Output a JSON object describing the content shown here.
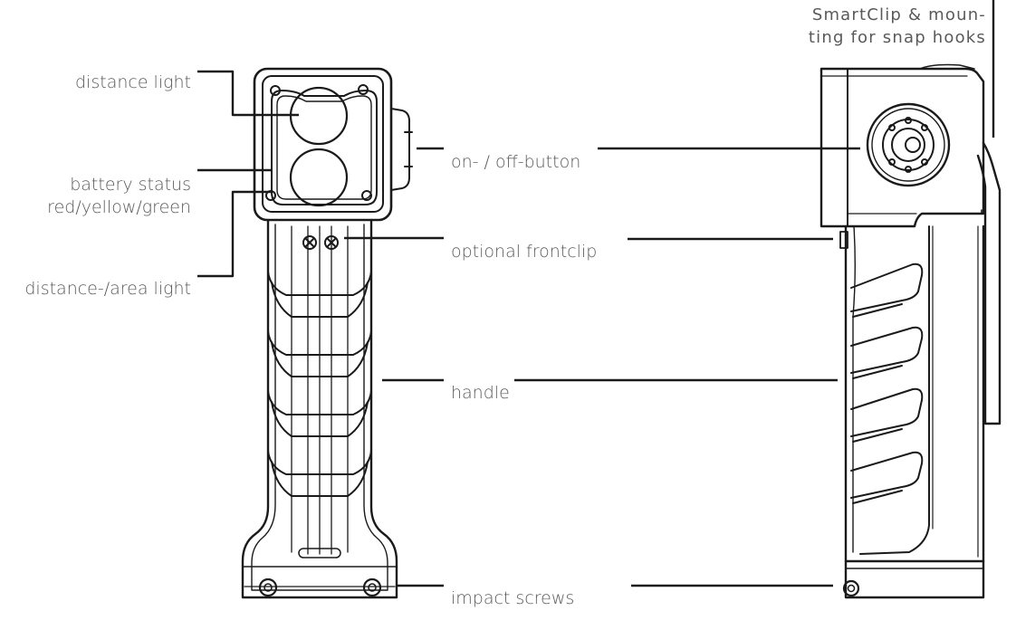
{
  "labels": {
    "distance_light": "distance light",
    "battery_status_1": "battery status",
    "battery_status_2": "red/yellow/green",
    "distance_area_light": "distance-/area light",
    "on_off_button": "on- / off-button",
    "optional_frontclip": "optional frontclip",
    "handle": "handle",
    "impact_screws": "impact screws",
    "smartclip_1": "SmartClip & moun-",
    "smartclip_2": "ting for snap hooks"
  },
  "colors": {
    "line": "#1a1a1a",
    "text": "#5a5a5a",
    "background": "#ffffff"
  }
}
